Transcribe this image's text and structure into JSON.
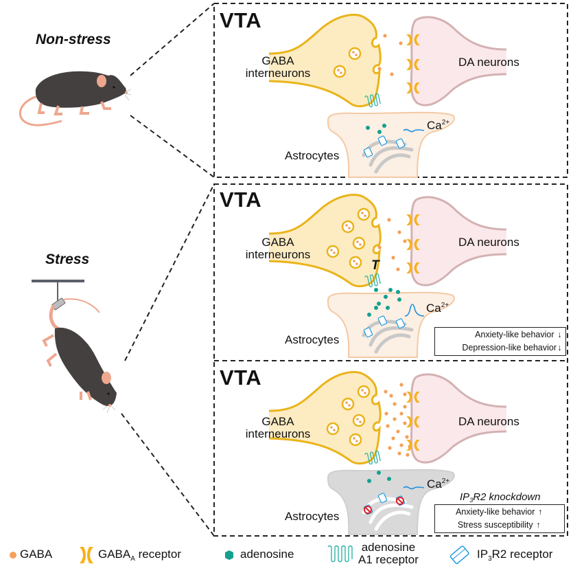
{
  "conditions": {
    "non_stress": "Non-stress",
    "stress": "Stress"
  },
  "panels": [
    {
      "region": "VTA",
      "presynaptic_label": [
        "GABA",
        "interneurons"
      ],
      "postsynaptic_label": "DA neurons",
      "astrocyte_label": "Astrocytes",
      "calcium_label": "Ca",
      "calcium_charge": "2+",
      "calcium_signal": "low",
      "astrocyte_state": "normal",
      "gaba_release": "low",
      "adenosine_release": "low"
    },
    {
      "region": "VTA",
      "presynaptic_label": [
        "GABA",
        "interneurons"
      ],
      "postsynaptic_label": "DA neurons",
      "astrocyte_label": "Astrocytes",
      "calcium_label": "Ca",
      "calcium_charge": "2+",
      "calcium_signal": "high",
      "astrocyte_state": "normal",
      "gaba_release": "low",
      "adenosine_release": "high",
      "inhibition_symbol": "T",
      "effects": [
        {
          "text": "Anxiety-like behavior",
          "direction": "↓"
        },
        {
          "text": "Depression-like behavior",
          "direction": "↓"
        }
      ]
    },
    {
      "region": "VTA",
      "presynaptic_label": [
        "GABA",
        "interneurons"
      ],
      "postsynaptic_label": "DA neurons",
      "astrocyte_label": "Astrocytes",
      "calcium_label": "Ca",
      "calcium_charge": "2+",
      "calcium_signal": "low",
      "astrocyte_state": "knockdown",
      "gaba_release": "high",
      "adenosine_release": "low",
      "manipulation": {
        "prefix": "IP",
        "subscript": "3",
        "suffix": "R2 knockdown"
      },
      "effects": [
        {
          "text": "Anxiety-like behavior",
          "direction": "↑"
        },
        {
          "text": "Stress susceptibility",
          "direction": "↑"
        }
      ]
    }
  ],
  "legend": [
    {
      "icon": "gaba-dot-icon",
      "label": "GABA",
      "subscript": "",
      "suffix": ""
    },
    {
      "icon": "gaba-a-receptor-icon",
      "label": "GABA",
      "subscript": "A",
      "suffix": " receptor"
    },
    {
      "icon": "adenosine-hexagon-icon",
      "label": "adenosine",
      "subscript": "",
      "suffix": ""
    },
    {
      "icon": "adenosine-a1-receptor-icon",
      "label": "adenosine",
      "label2": "A1 receptor"
    },
    {
      "icon": "ip3r2-receptor-icon",
      "label": "IP",
      "subscript": "3",
      "suffix": "R2 receptor"
    }
  ],
  "colors": {
    "gaba": "#f5a05a",
    "gaba_receptor": "#f7b21b",
    "adenosine": "#13a08f",
    "a1_receptor": "#2fb3a4",
    "ip3r2": "#1e9ae0",
    "interneuron_fill": "#fdebc2",
    "interneuron_stroke": "#e9b41a",
    "da_fill": "#fbe8ea",
    "da_stroke": "#d3b1b2",
    "astro_fill": "#fcefe4",
    "astro_stroke": "#f4c9a3",
    "astro_kd_fill": "#d9d9d9",
    "calcium_trace": "#1e90e0",
    "mouse_body": "#454040",
    "mouse_skin": "#eea78f",
    "block": "#e0202a"
  }
}
